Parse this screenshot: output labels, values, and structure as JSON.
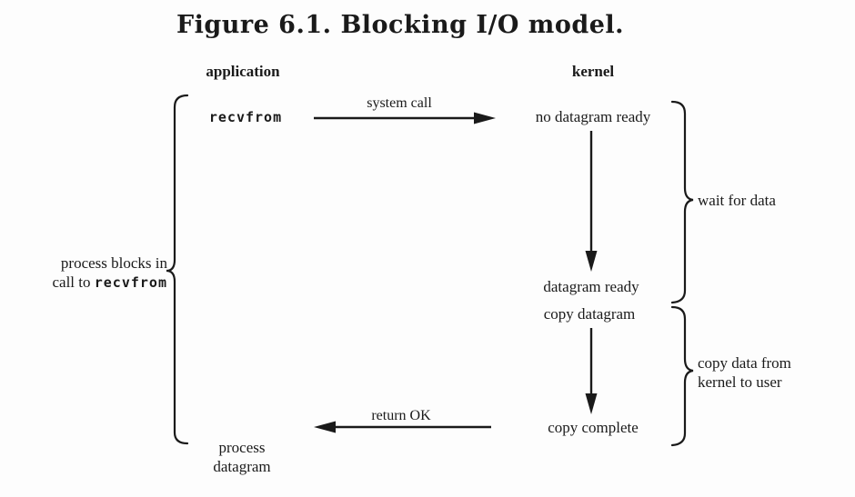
{
  "figure": {
    "title": "Figure 6.1. Blocking I/O model.",
    "columns": {
      "left_header": "application",
      "right_header": "kernel"
    },
    "nodes": {
      "recvfrom": "recvfrom",
      "no_datagram_ready": "no datagram ready",
      "datagram_ready": "datagram ready",
      "copy_datagram": "copy datagram",
      "copy_complete": "copy complete",
      "process_datagram_line1": "process",
      "process_datagram_line2": "datagram"
    },
    "arrows": {
      "system_call_label": "system call",
      "return_ok_label": "return OK"
    },
    "annotations": {
      "wait_for_data": "wait for data",
      "copy_data_line1": "copy data from",
      "copy_data_line2": "kernel to user",
      "process_blocks_line1": "process blocks in",
      "process_blocks_line2_prefix": "call to ",
      "process_blocks_line2_code": "recvfrom"
    },
    "colors": {
      "ink": "#1a1a1a",
      "background": "#fdfdfd"
    }
  }
}
